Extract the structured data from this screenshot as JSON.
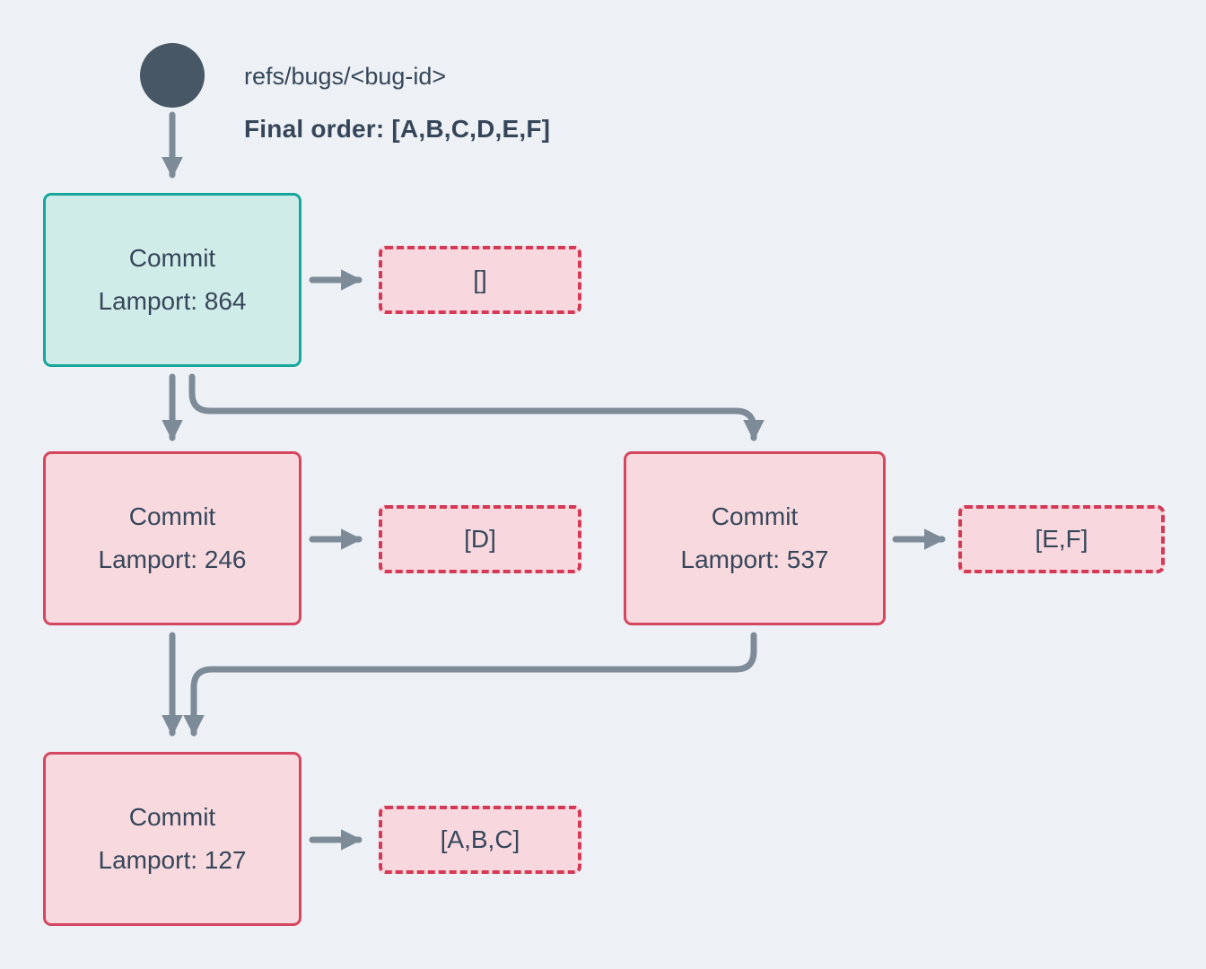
{
  "title_block": {
    "ref_label": "refs/bugs/<bug-id>",
    "final_order": "Final order: [A,B,C,D,E,F]"
  },
  "nodes": {
    "head": {
      "line1": "Commit",
      "line2": "Lamport: 864",
      "payload": "[]"
    },
    "left": {
      "line1": "Commit",
      "line2": "Lamport: 246",
      "payload": "[D]"
    },
    "right": {
      "line1": "Commit",
      "line2": "Lamport: 537",
      "payload": "[E,F]"
    },
    "bottom": {
      "line1": "Commit",
      "line2": "Lamport: 127",
      "payload": "[A,B,C]"
    }
  },
  "colors": {
    "background": "#edf1f5",
    "ref_dot": "#475766",
    "text": "#36465a",
    "teal_border": "#16a79a",
    "teal_fill": "#d0ece8",
    "red_border": "#d4475f",
    "red_fill": "#f7d9de",
    "dashed_border": "#d43a55",
    "dashed_fill": "#f8d8de",
    "arrow": "#7d8b99"
  }
}
